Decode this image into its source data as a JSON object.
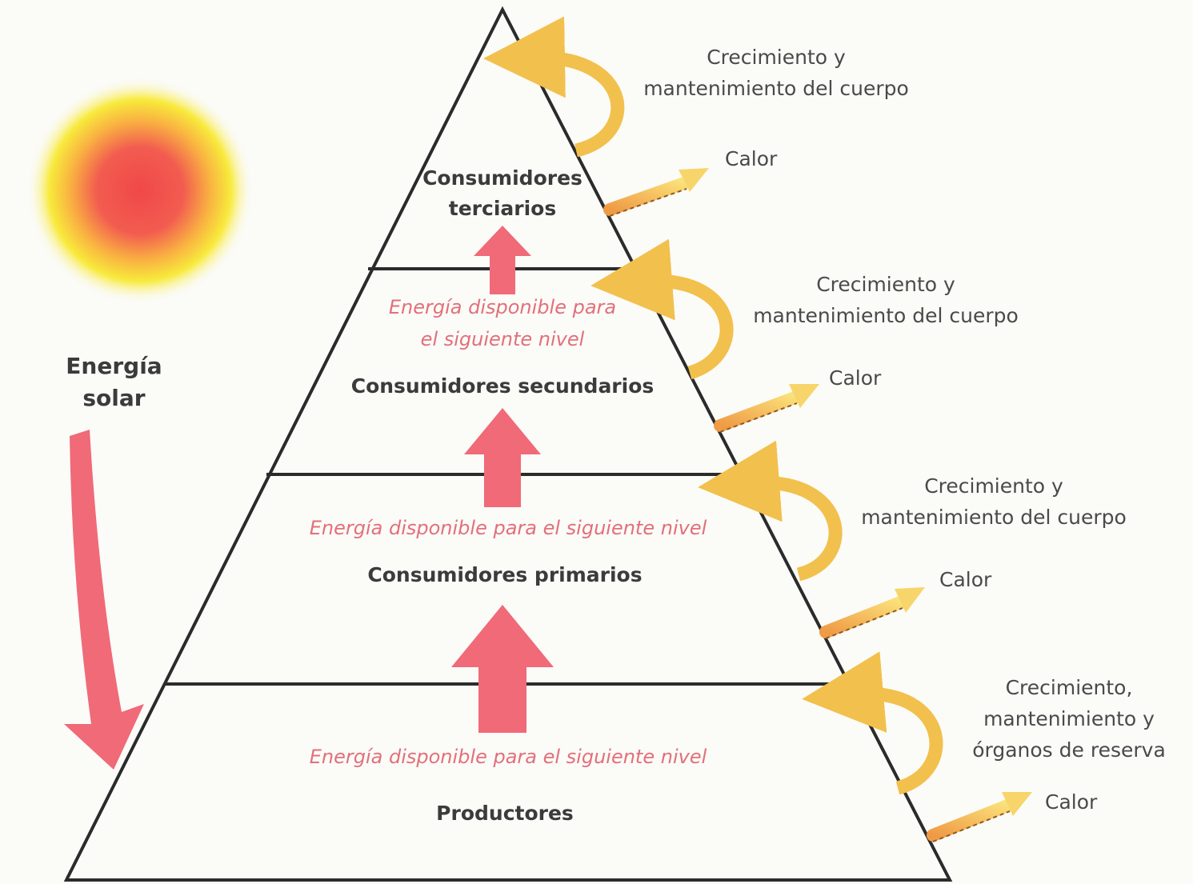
{
  "solar_label": "Energía\nsolar",
  "levels": [
    {
      "label": "Consumidores\nterciarios"
    },
    {
      "label": "Consumidores secundarios"
    },
    {
      "label": "Consumidores primarios"
    },
    {
      "label": "Productores"
    }
  ],
  "energy_labels": [
    "Energía disponible para\nel siguiente nivel",
    "Energía disponible para el siguiente nivel",
    "Energía disponible para el siguiente nivel"
  ],
  "side_outputs": [
    {
      "growth": "Crecimiento y\nmantenimiento del cuerpo",
      "heat": "Calor"
    },
    {
      "growth": "Crecimiento y\nmantenimiento del cuerpo",
      "heat": "Calor"
    },
    {
      "growth": "Crecimiento y\nmantenimiento del cuerpo",
      "heat": "Calor"
    },
    {
      "growth": "Crecimiento,\nmantenimiento y\nórganos de reserva",
      "heat": "Calor"
    }
  ],
  "colors": {
    "energy_arrow": "#f06a78",
    "energy_text": "#e2707a",
    "growth_arrow": "#f2c04c",
    "heat_arrow": "#f7d56a",
    "sun_core": "#f25c50",
    "sun_glow": "#f8ea3c"
  }
}
